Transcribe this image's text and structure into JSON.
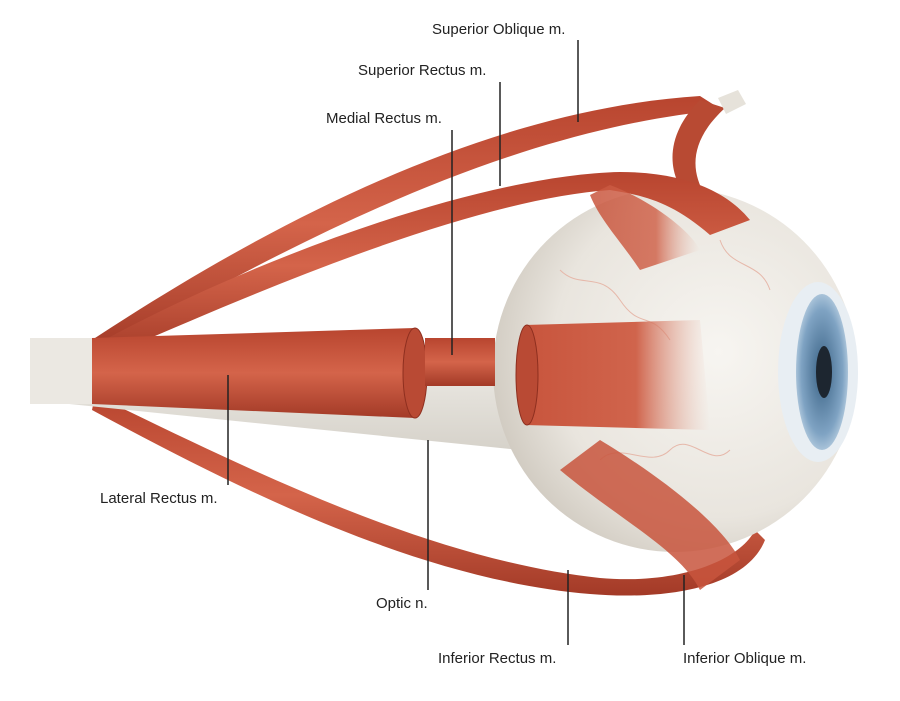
{
  "labels": {
    "superior_oblique": "Superior Oblique m.",
    "superior_rectus": "Superior Rectus m.",
    "medial_rectus": "Medial Rectus m.",
    "lateral_rectus": "Lateral Rectus m.",
    "optic_nerve": "Optic n.",
    "inferior_rectus": "Inferior Rectus m.",
    "inferior_oblique": "Inferior Oblique m."
  },
  "colors": {
    "muscle": "#c8553d",
    "muscle_dark": "#a63d2a",
    "sclera": "#ece9e3",
    "iris": "#6e93b5",
    "nerve": "#e8e6e0"
  }
}
